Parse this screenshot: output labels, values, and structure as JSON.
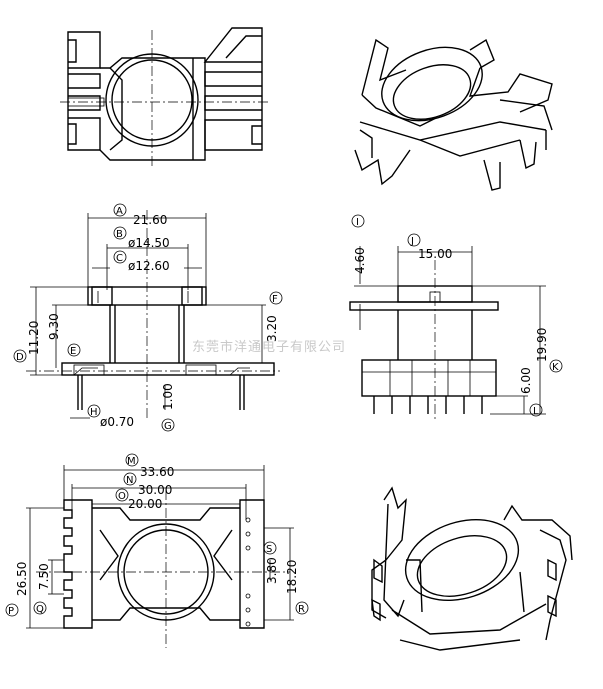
{
  "watermark": "东莞市洋通电子有限公司",
  "front_view": {
    "dims": {
      "A": "21.60",
      "B": "ø14.50",
      "C": "ø12.60",
      "D": "11.20",
      "E": "9.30",
      "F": "3.20",
      "G": "1.00",
      "H": "ø0.70"
    },
    "letters": [
      "A",
      "B",
      "C",
      "D",
      "E",
      "F",
      "G",
      "H"
    ]
  },
  "side_view": {
    "dims": {
      "I": "4.60",
      "J": "15.00",
      "K": "19.90",
      "L": "6.00"
    },
    "letters": [
      "I",
      "J",
      "K",
      "L"
    ]
  },
  "bottom_view": {
    "dims": {
      "M": "33.60",
      "N": "30.00",
      "O": "20.00",
      "P": "26.50",
      "Q": "7.50",
      "R": "18.20",
      "S": "3.80"
    },
    "letters": [
      "M",
      "N",
      "O",
      "P",
      "Q",
      "R",
      "S"
    ]
  }
}
